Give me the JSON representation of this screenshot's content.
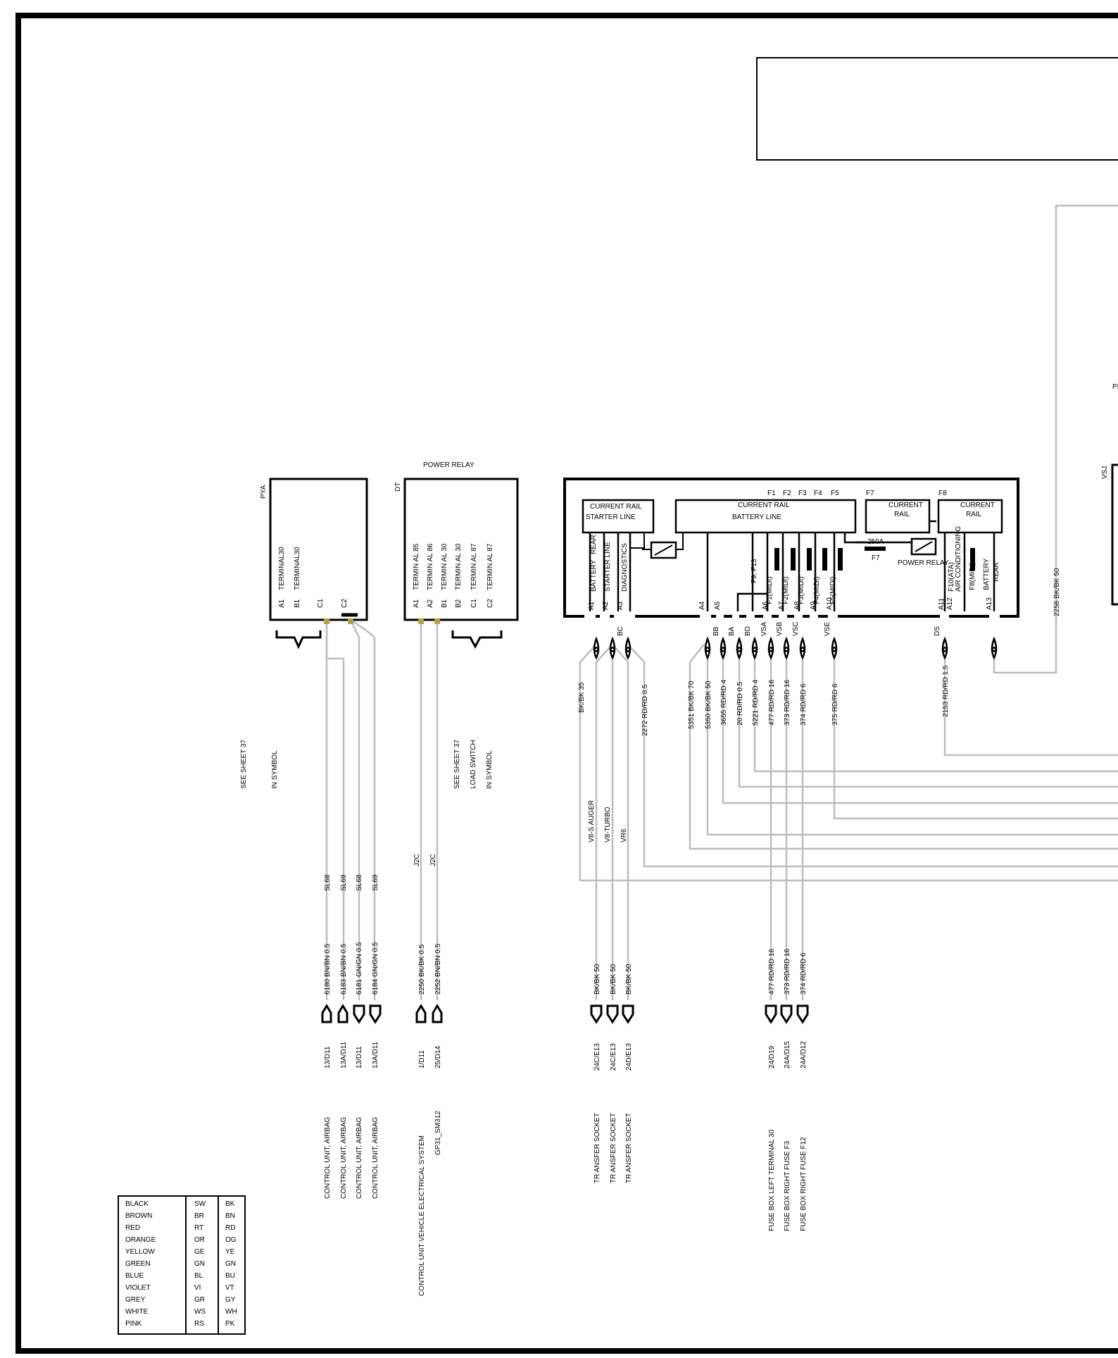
{
  "boxes": {
    "pya": {
      "id": "PYA",
      "pins": [
        {
          "pin": "A1",
          "label": "TERMINAL30"
        },
        {
          "pin": "B1",
          "label": "TERMINAL30"
        },
        {
          "pin": "C1",
          "label": ""
        },
        {
          "pin": "C2",
          "label": ""
        }
      ]
    },
    "dt": {
      "id": "DT",
      "title": "POWER     RELAY",
      "pins": [
        {
          "pin": "A1",
          "label": "TERMIN AL 85"
        },
        {
          "pin": "A2",
          "label": "TERMIN AL 86"
        },
        {
          "pin": "B1",
          "label": "TERMIN AL 30"
        },
        {
          "pin": "B2",
          "label": "TERMIN AL 30"
        },
        {
          "pin": "C1",
          "label": "TERMIN AL 87"
        },
        {
          "pin": "C2",
          "label": "TERMIN AL 87"
        }
      ]
    },
    "fusebox": {
      "fuse_top_labels": [
        "F1",
        "F2",
        "F3",
        "F4",
        "F5",
        "F7",
        "F8"
      ],
      "rail_starter": [
        "CURRENT  RAIL",
        "STARTER LINE"
      ],
      "rail_battery": [
        "CURRENT RAIL",
        "BATTERY    LINE"
      ],
      "rail_f7": [
        "CURRENT",
        "RAIL"
      ],
      "rail_f8": [
        "CURRENT",
        "RAIL"
      ],
      "fuse_250a": "250A",
      "f7_label": "F7",
      "power_relay": "POWER RELAY",
      "inner_pin_labels": [
        "A1",
        "A2",
        "A3",
        "A4",
        "A5",
        "A6",
        "A7",
        "A8",
        "A9",
        "A10",
        "A11",
        "A12",
        "A13"
      ],
      "vertical_labels": [
        "BATTERY",
        "REAR",
        "STARTER  LINE",
        "DIAGNOSTICS",
        "F9, F13",
        "F1(MIDI)",
        "F2(MIDI)",
        "F3(MIDI)",
        "F4(MIDI)",
        "F5(MIDI)",
        "F10(ATA)",
        "AIR CONDITIONING",
        "F8(MIDI)",
        "BATTERY",
        "REAR"
      ],
      "connector_labels": [
        "BC",
        "BB",
        "BA",
        "BD",
        "VSA",
        "VSB",
        "VSC",
        "VSE",
        "DS"
      ]
    },
    "vsj": {
      "id": "VSJ"
    },
    "pr_fragment": "PI"
  },
  "notes": {
    "see_sheet_1": [
      "SEE SHEET 37",
      "IN      SYMBOL"
    ],
    "see_sheet_2": [
      "SEE SHEET 37",
      "LOAD     SWITCH",
      "IN       SYMBOL"
    ]
  },
  "wires_upper": [
    "BK/BK 35",
    "2272 RD/RD 0.5",
    "5351 BK/BK 70",
    "5350 BK/BK 50",
    "3655 RD/RD 4",
    "20 RD/RD 0.5",
    "5221 RD/RD 4",
    "477 RD/RD 16",
    "373 RD/RD 16",
    "374 RD/RD 6",
    "375 RD/RD 6",
    "2153 RD/RD 1.5",
    "2256 BK/BK 50"
  ],
  "variants": [
    "V8-S AUGER",
    "V8-TURBO",
    "VR6"
  ],
  "sl_labels": [
    "SL68",
    "SL69",
    "SL68",
    "SL69"
  ],
  "j2c_labels": [
    "J2C",
    "J2C"
  ],
  "wires_lower": [
    "6180 BN/BN 0.5",
    "6183 BN/BN 0.5",
    "6181 GN/GN 0.5",
    "6184 GN/GN 0.5",
    "2250 BK/BK 0.5",
    "2252 BN/BN 0.5",
    "BK/BK 50",
    "BK/BK 50",
    "BK/BK 50",
    "477 RD/RD 16",
    "373 RD/RD 16",
    "374 RD/RD 6"
  ],
  "connector_refs": [
    "13/D11",
    "13A/D11",
    "13/D11",
    "13A/D11",
    "1/D11",
    "25/D14",
    "24C/E13",
    "24C/E13",
    "24D/E13",
    "24/D19",
    "24A/D15",
    "24A/D12"
  ],
  "destinations": [
    [
      "CONTROL UNIT, AIRBAG"
    ],
    [
      "CONTROL UNIT, AIRBAG"
    ],
    [
      "CONTROL UNIT, AIRBAG"
    ],
    [
      "CONTROL UNIT, AIRBAG"
    ],
    [
      "CONTROL UNIT     VEHICLE ELECTRICAL SYSTEM"
    ],
    [
      "GP31_SM312"
    ],
    [
      "TR ANSFER SOCKET"
    ],
    [
      "TR ANSFER SOCKET"
    ],
    [
      "TR ANSFER SOCKET"
    ],
    [
      "FUSE BOX    LEFT    TERMINAL 30"
    ],
    [
      "FUSE BOX       RIGHT    FUSE F3"
    ],
    [
      "FUSE BOX      RIGHT FUSE F12"
    ]
  ],
  "color_legend": {
    "rows": [
      {
        "name": "BLACK",
        "de": "SW",
        "en": "BK"
      },
      {
        "name": "BROWN",
        "de": "BR",
        "en": "BN"
      },
      {
        "name": "RED",
        "de": "RT",
        "en": "RD"
      },
      {
        "name": "ORANGE",
        "de": "OR",
        "en": "OG"
      },
      {
        "name": "YELLOW",
        "de": "GE",
        "en": "YE"
      },
      {
        "name": "GREEN",
        "de": "GN",
        "en": "GN"
      },
      {
        "name": "BLUE",
        "de": "BL",
        "en": "BU"
      },
      {
        "name": "VIOLET",
        "de": "VI",
        "en": "VT"
      },
      {
        "name": "GREY",
        "de": "GR",
        "en": "GY"
      },
      {
        "name": "WHITE",
        "de": "WS",
        "en": "WH"
      },
      {
        "name": "PINK",
        "de": "RS",
        "en": "PK"
      }
    ]
  },
  "colors": {
    "wire": "#bdbdbd",
    "line": "#000000",
    "pin_tab": "#b8a040"
  }
}
